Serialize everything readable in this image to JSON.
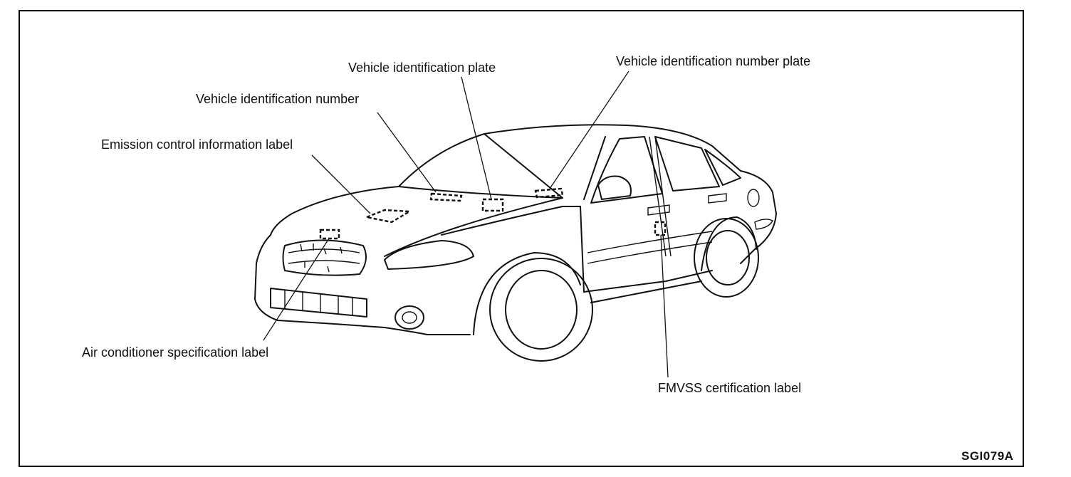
{
  "labels": {
    "vehicle_identification_plate": "Vehicle identification plate",
    "vehicle_identification_number_plate": "Vehicle identification number plate",
    "vehicle_identification_number": "Vehicle identification number",
    "emission_control_information_label": "Emission control information label",
    "air_conditioner_specification_label": "Air conditioner specification label",
    "fmvss_certification_label": "FMVSS certification label"
  },
  "figure_code": "SGI079A"
}
